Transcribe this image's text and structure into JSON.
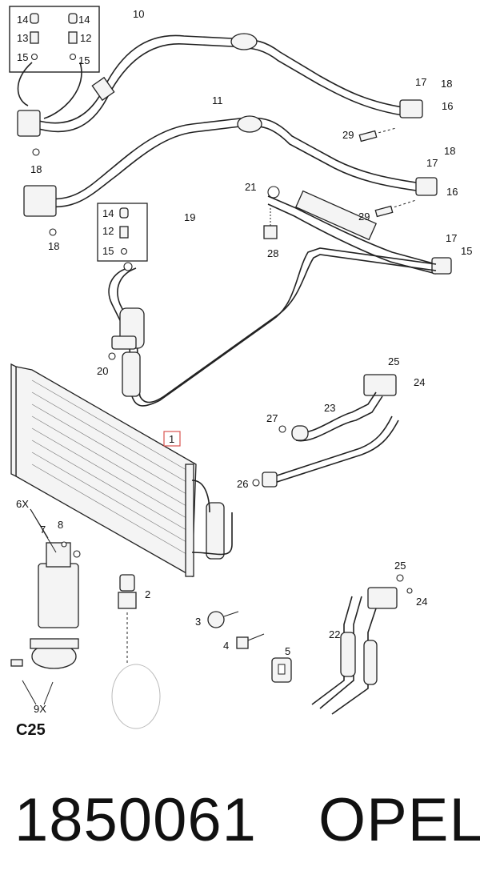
{
  "diagram": {
    "callouts": [
      {
        "id": "c14a",
        "text": "14"
      },
      {
        "id": "c14b",
        "text": "14"
      },
      {
        "id": "c13",
        "text": "13"
      },
      {
        "id": "c12a",
        "text": "12"
      },
      {
        "id": "c15a",
        "text": "15"
      },
      {
        "id": "c15b",
        "text": "15"
      },
      {
        "id": "c10",
        "text": "10"
      },
      {
        "id": "c11",
        "text": "11"
      },
      {
        "id": "c17a",
        "text": "17"
      },
      {
        "id": "c18a",
        "text": "18"
      },
      {
        "id": "c16a",
        "text": "16"
      },
      {
        "id": "c29a",
        "text": "29"
      },
      {
        "id": "c18b",
        "text": "18"
      },
      {
        "id": "c17b",
        "text": "17"
      },
      {
        "id": "c16b",
        "text": "16"
      },
      {
        "id": "c29b",
        "text": "29"
      },
      {
        "id": "c18c",
        "text": "18"
      },
      {
        "id": "c18d",
        "text": "18"
      },
      {
        "id": "c21",
        "text": "21"
      },
      {
        "id": "c28",
        "text": "28"
      },
      {
        "id": "c17c",
        "text": "17"
      },
      {
        "id": "c15c",
        "text": "15"
      },
      {
        "id": "c19",
        "text": "19"
      },
      {
        "id": "c14c",
        "text": "14"
      },
      {
        "id": "c12b",
        "text": "12"
      },
      {
        "id": "c15d",
        "text": "15"
      },
      {
        "id": "c20",
        "text": "20"
      },
      {
        "id": "c25a",
        "text": "25"
      },
      {
        "id": "c24a",
        "text": "24"
      },
      {
        "id": "c23",
        "text": "23"
      },
      {
        "id": "c27",
        "text": "27"
      },
      {
        "id": "c26",
        "text": "26"
      },
      {
        "id": "c1",
        "text": "1"
      },
      {
        "id": "c6x",
        "text": "6X"
      },
      {
        "id": "c7",
        "text": "7"
      },
      {
        "id": "c8",
        "text": "8"
      },
      {
        "id": "c2",
        "text": "2"
      },
      {
        "id": "c3",
        "text": "3"
      },
      {
        "id": "c4",
        "text": "4"
      },
      {
        "id": "c5",
        "text": "5"
      },
      {
        "id": "c25b",
        "text": "25"
      },
      {
        "id": "c24b",
        "text": "24"
      },
      {
        "id": "c22",
        "text": "22"
      },
      {
        "id": "c9x",
        "text": "9X"
      }
    ],
    "figure_code": "C25"
  },
  "footer": {
    "part_number": "1850061",
    "brand": "OPEL"
  },
  "colors": {
    "line": "#222222",
    "highlight_box": "#d9534f",
    "background": "#ffffff"
  }
}
